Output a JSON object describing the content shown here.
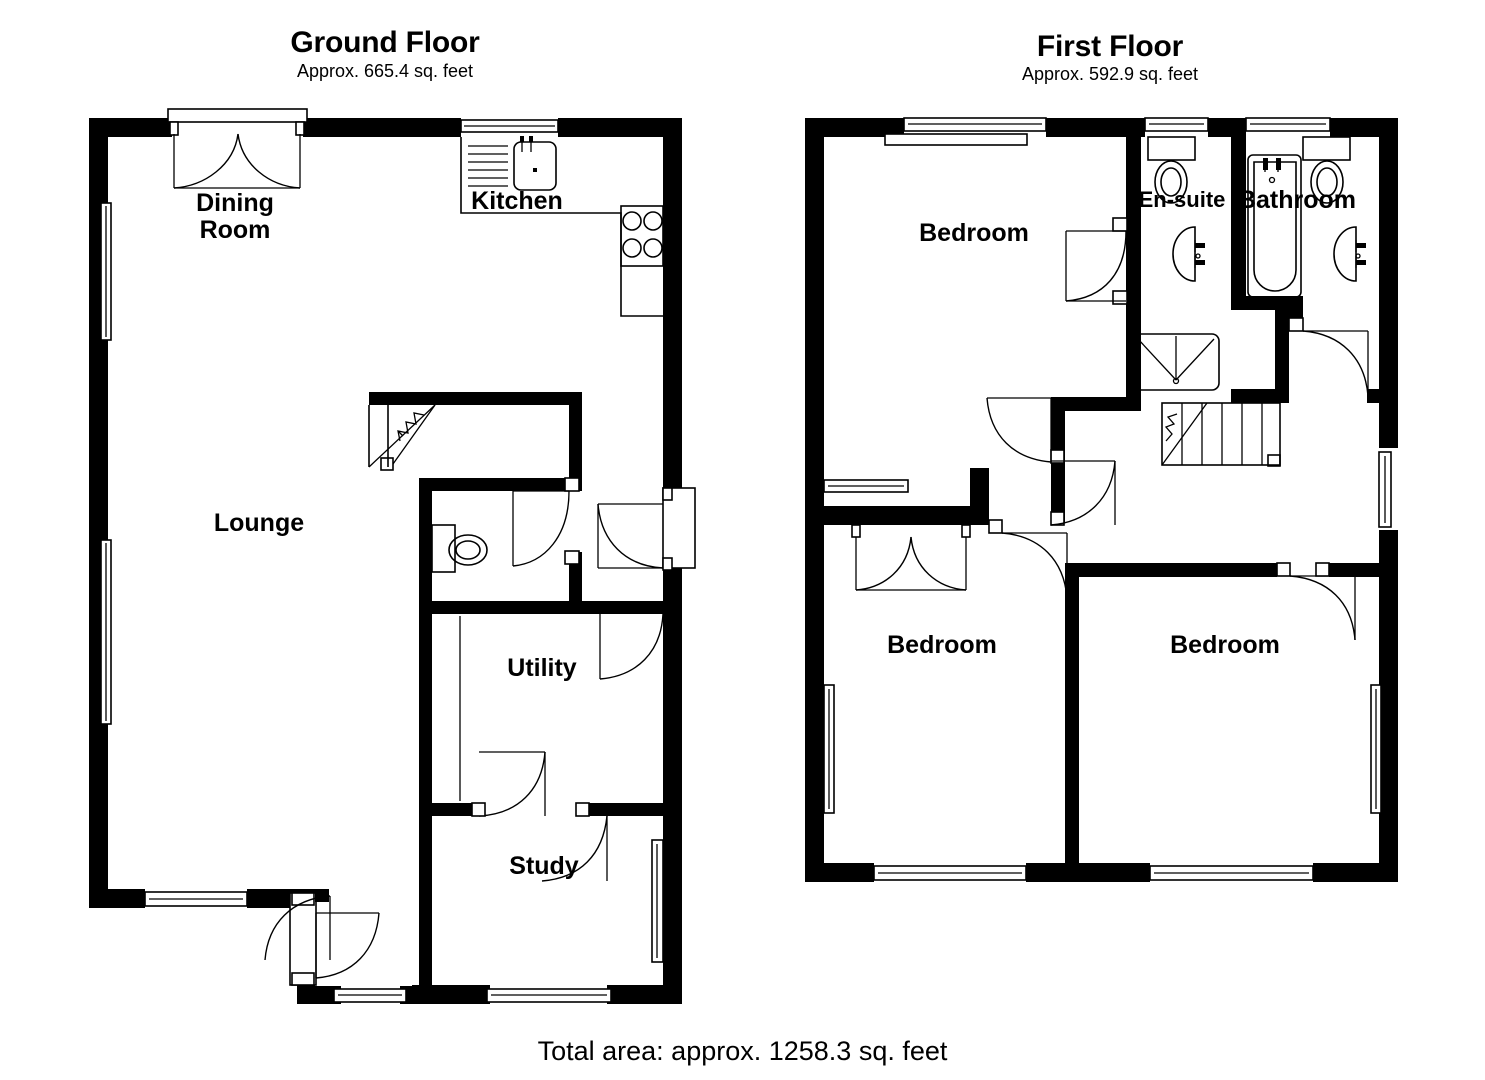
{
  "document": {
    "type": "floor-plan",
    "total_area_label": "Total area: approx. 1258.3 sq. feet"
  },
  "floors": [
    {
      "id": "ground",
      "title": "Ground Floor",
      "subtitle": "Approx. 665.4 sq. feet",
      "rooms": [
        {
          "id": "dining-room",
          "label": "Dining Room",
          "line1": "Dining",
          "line2": "Room"
        },
        {
          "id": "kitchen",
          "label": "Kitchen"
        },
        {
          "id": "lounge",
          "label": "Lounge"
        },
        {
          "id": "utility",
          "label": "Utility"
        },
        {
          "id": "study",
          "label": "Study"
        }
      ],
      "fixtures": [
        "sink-with-drainer",
        "hob-four-burner",
        "wc-toilet",
        "staircase-up",
        "french-doors",
        "front-door",
        "windows"
      ]
    },
    {
      "id": "first",
      "title": "First Floor",
      "subtitle": "Approx. 592.9 sq. feet",
      "rooms": [
        {
          "id": "bedroom-1",
          "label": "Bedroom"
        },
        {
          "id": "en-suite",
          "label": "En-suite"
        },
        {
          "id": "bathroom",
          "label": "Bathroom"
        },
        {
          "id": "bedroom-2",
          "label": "Bedroom"
        },
        {
          "id": "bedroom-3",
          "label": "Bedroom"
        }
      ],
      "fixtures": [
        "wc-toilet",
        "wash-basin",
        "shower-tray",
        "bath-tub",
        "staircase-down",
        "windows"
      ]
    }
  ],
  "colors": {
    "wall": "#000000",
    "background": "#ffffff",
    "line": "#000000"
  }
}
